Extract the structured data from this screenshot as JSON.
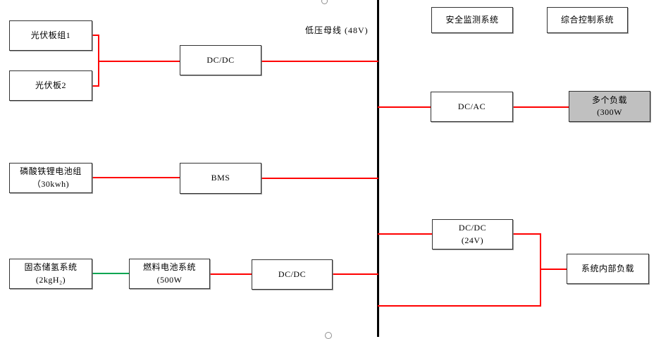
{
  "colors": {
    "wire": "#ff0000",
    "wire_green": "#00a651",
    "bus": "#000000",
    "box_border": "#333333",
    "box_fill": "#ffffff",
    "load_fill": "#c0c0c0",
    "text": "#000000",
    "canvas_bg": "#ffffff"
  },
  "bus": {
    "label": "低压母线 (48V)"
  },
  "nodes": {
    "pv1": {
      "label": "光伏板组1"
    },
    "pv2": {
      "label": "光伏板2"
    },
    "dcdc_top": {
      "label": "DC/DC"
    },
    "safety_monitor": {
      "label": "安全监测系统"
    },
    "integrated_control": {
      "label": "综合控制系统"
    },
    "dcac": {
      "label": "DC/AC"
    },
    "multi_load": {
      "label": "多个负载",
      "sublabel": "(300W"
    },
    "battery": {
      "label": "磷酸铁锂电池组",
      "sublabel": "（30kwh)"
    },
    "bms": {
      "label": "BMS"
    },
    "h2_storage": {
      "label": "固态储氢系统",
      "sublabel": "(2kgH₂)"
    },
    "fuel_cell": {
      "label": "燃料电池系统",
      "sublabel": "(500W"
    },
    "dcdc_bottom": {
      "label": "DC/DC"
    },
    "dcdc_24v": {
      "label": "DC/DC",
      "sublabel": "(24V)"
    },
    "internal_load": {
      "label": "系统内部负载"
    }
  },
  "connections": [
    {
      "from": "pv1",
      "to": "dcdc_top",
      "color": "red"
    },
    {
      "from": "pv2",
      "to": "dcdc_top",
      "color": "red"
    },
    {
      "from": "dcdc_top",
      "to": "bus",
      "color": "red"
    },
    {
      "from": "bus",
      "to": "dcac",
      "color": "red"
    },
    {
      "from": "dcac",
      "to": "multi_load",
      "color": "red"
    },
    {
      "from": "battery",
      "to": "bms",
      "color": "red"
    },
    {
      "from": "bms",
      "to": "bus",
      "color": "red"
    },
    {
      "from": "h2_storage",
      "to": "fuel_cell",
      "color": "green"
    },
    {
      "from": "fuel_cell",
      "to": "dcdc_bottom",
      "color": "red"
    },
    {
      "from": "dcdc_bottom",
      "to": "bus",
      "color": "red"
    },
    {
      "from": "bus",
      "to": "dcdc_24v",
      "color": "red"
    },
    {
      "from": "dcdc_24v",
      "to": "internal_load",
      "color": "red"
    },
    {
      "from": "bus",
      "to": "internal_load",
      "color": "red"
    }
  ]
}
